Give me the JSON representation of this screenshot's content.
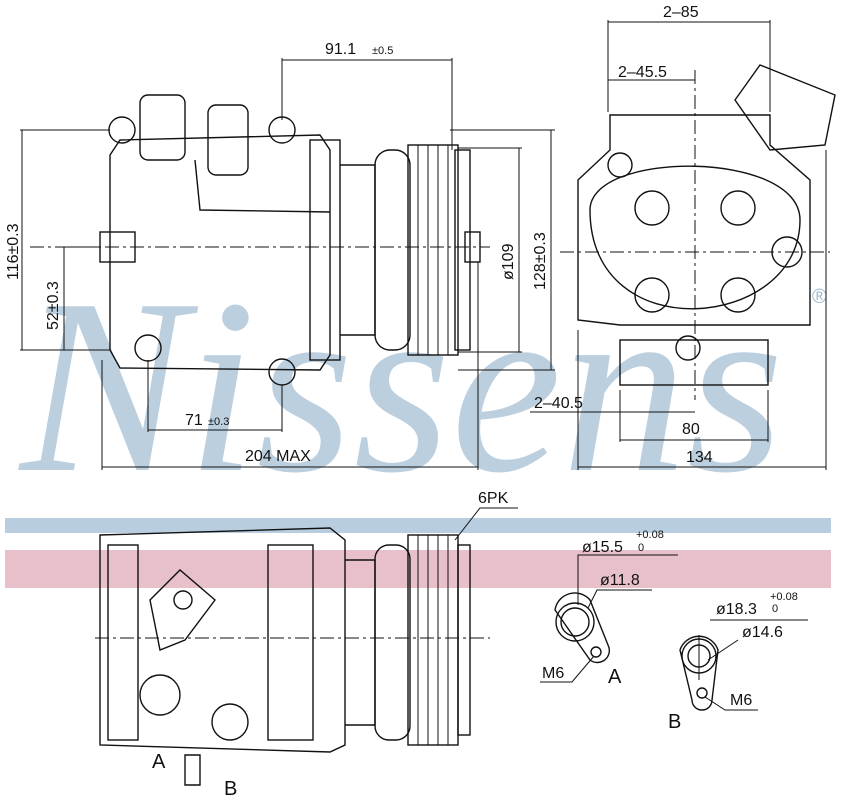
{
  "brand": {
    "watermark": "Nissens",
    "registered": "®",
    "band_blue": "#b8cde0",
    "band_pink": "#e8c0ca",
    "watermark_color": "#bccfdf"
  },
  "dimensions": {
    "d91": "91.1",
    "d91_tol": "±0.5",
    "d116": "116±0.3",
    "d52": "52±0.3",
    "d71": "71",
    "d71_tol": "±0.3",
    "d204": "204  MAX",
    "d109": "ø109",
    "d128": "128±0.3",
    "d2_85": "2–85",
    "d2_45": "2–45.5",
    "d2_40": "2–40.5",
    "d80": "80",
    "d134": "134",
    "pulley": "6PK"
  },
  "ports": {
    "a": {
      "label": "A",
      "outer": "ø15.5",
      "outer_tol_plus": "+0.08",
      "outer_tol_minus": "0",
      "inner": "ø11.8",
      "thread": "M6"
    },
    "b": {
      "label": "B",
      "outer": "ø18.3",
      "outer_tol_plus": "+0.08",
      "outer_tol_minus": "0",
      "inner": "ø14.6",
      "thread": "M6"
    }
  },
  "view_labels": {
    "a": "A",
    "b": "B"
  }
}
